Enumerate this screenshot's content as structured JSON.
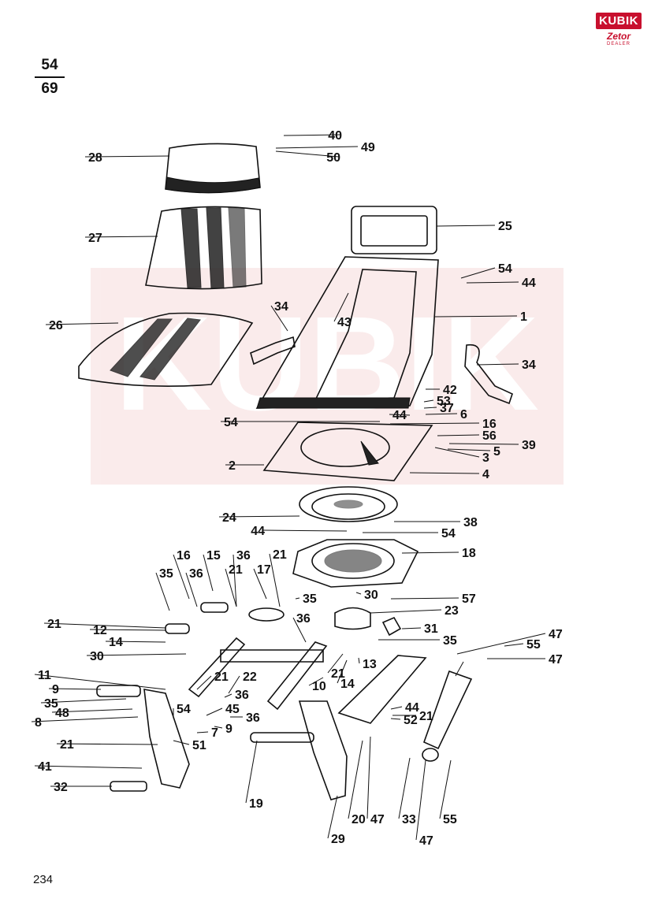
{
  "page": {
    "fraction_top": "54",
    "fraction_bottom": "69",
    "page_number": "234"
  },
  "logo": {
    "brand": "KUBIK",
    "sub": "Zetor",
    "tiny": "DEALER"
  },
  "watermark_text": "KUBIK",
  "icons": [
    "logo-icon"
  ],
  "colors": {
    "brand_red": "#c8102e",
    "watermark": "#f2c8c8"
  },
  "labels": [
    "40",
    "49",
    "50",
    "28",
    "27",
    "25",
    "54",
    "44",
    "34",
    "43",
    "1",
    "26",
    "34",
    "42",
    "53",
    "37",
    "6",
    "44",
    "54",
    "16",
    "56",
    "39",
    "2",
    "3",
    "5",
    "4",
    "24",
    "38",
    "44",
    "54",
    "18",
    "15",
    "16",
    "36",
    "17",
    "36",
    "21",
    "21",
    "35",
    "35",
    "30",
    "57",
    "36",
    "21",
    "12",
    "14",
    "23",
    "31",
    "35",
    "47",
    "55",
    "47",
    "30",
    "21",
    "14",
    "13",
    "10",
    "22",
    "36",
    "21",
    "11",
    "9",
    "35",
    "48",
    "44",
    "52",
    "21",
    "8",
    "54",
    "45",
    "36",
    "9",
    "7",
    "21",
    "51",
    "41",
    "32",
    "19",
    "29",
    "20",
    "47",
    "33",
    "47",
    "55"
  ]
}
